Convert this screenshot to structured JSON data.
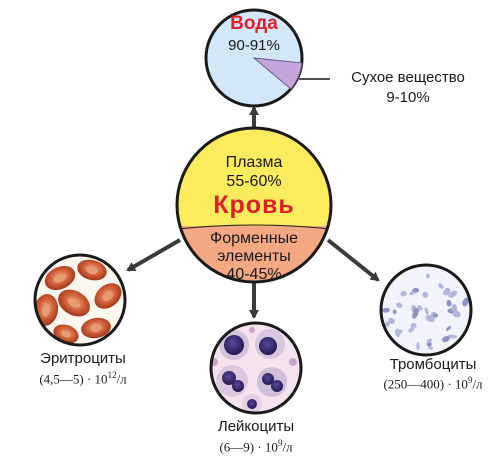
{
  "water": {
    "title": "Вода",
    "percent": "90-91%",
    "fraction": 0.905
  },
  "dry_matter": {
    "title": "Сухое вещество",
    "percent": "9-10%",
    "fraction": 0.095
  },
  "center": {
    "plasma_title": "Плазма",
    "plasma_percent": "55-60%",
    "blood_title": "Кровь",
    "formed_line1": "Форменные",
    "formed_line2": "элементы",
    "formed_percent": "40-45%"
  },
  "cells": {
    "erythrocytes": {
      "name": "Эритроциты",
      "count_prefix": "(4,5—5) · 10",
      "exp": "12",
      "unit": "/л"
    },
    "leukocytes": {
      "name": "Лейкоциты",
      "count_prefix": "(6—9) · 10",
      "exp": "9",
      "unit": "/л"
    },
    "thrombocytes": {
      "name": "Тромбоциты",
      "count_prefix": "(250—400) · 10",
      "exp": "9",
      "unit": "/л"
    }
  },
  "colors": {
    "plasma": "#fbec5d",
    "formed": "#f3a782",
    "water_bg": "#d2e8f8",
    "dry_slice": "#c4a6dc",
    "blood_title": "#dd1f2a",
    "water_title": "#e2202c",
    "arrow": "#3a3a3a"
  }
}
